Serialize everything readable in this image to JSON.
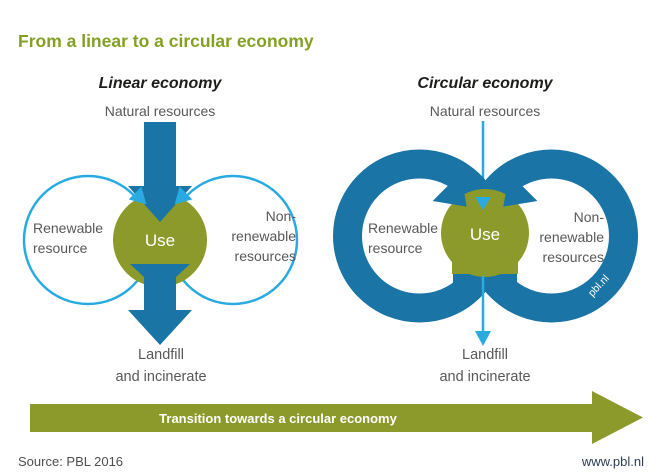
{
  "title": "From a linear to a circular economy",
  "colors": {
    "title_green": "#84a024",
    "olive": "#8c9a2b",
    "dark_blue": "#1a74a5",
    "light_blue": "#29aae1",
    "heading_text": "#1d1d1b",
    "label_gray": "#57585a",
    "white": "#ffffff",
    "source_text": "#4d4d4f",
    "url_text": "#2e3d54",
    "background": "#ffffff"
  },
  "linear_diagram": {
    "heading": "Linear economy",
    "input_label": "Natural resources",
    "renewable_label": {
      "line1": "Renewable",
      "line2": "resource"
    },
    "nonrenewable_label": {
      "line1": "Non-",
      "line2": "renewable",
      "line3": "resources"
    },
    "center_label": "Use",
    "output_label": {
      "line1": "Landfill",
      "line2": "and incinerate"
    }
  },
  "circular_diagram": {
    "heading": "Circular economy",
    "input_label": "Natural resources",
    "renewable_label": {
      "line1": "Renewable",
      "line2": "resource"
    },
    "nonrenewable_label": {
      "line1": "Non-",
      "line2": "renewable",
      "line3": "resources"
    },
    "center_label": "Use",
    "output_label": {
      "line1": "Landfill",
      "line2": "and incinerate"
    },
    "watermark": "pbl.nl"
  },
  "transition_arrow": {
    "label": "Transition towards a circular economy"
  },
  "footer": {
    "source": "Source: PBL 2016",
    "website": "www.pbl.nl"
  }
}
